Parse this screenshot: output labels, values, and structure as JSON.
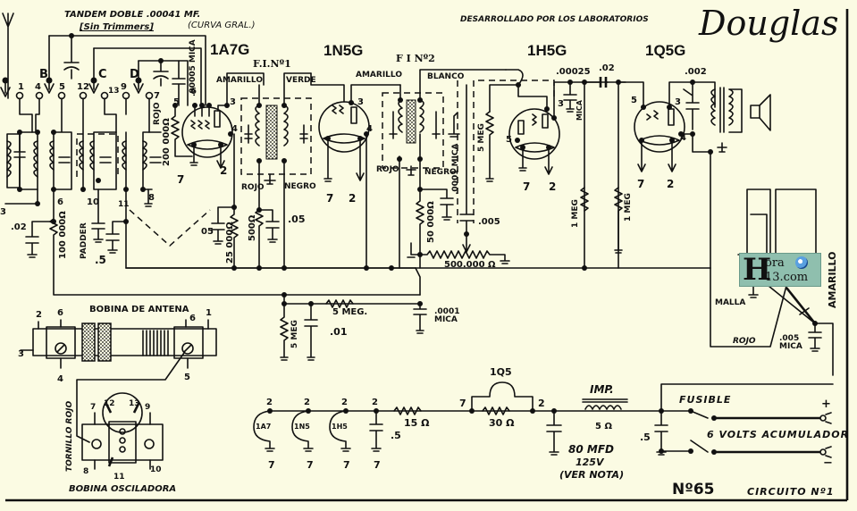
{
  "header": {
    "tandem_label": "TANDEM DOBLE .00041 MF.",
    "trimmers_note": "[Sin Trimmers]",
    "curve_note": "(CURVA GRAL.)",
    "credit": "DESARROLLADO POR LOS LABORATORIOS",
    "brand": "Douglas"
  },
  "tubes": {
    "t1": "1A7G",
    "t2": "1N5G",
    "t3": "1H5G",
    "t4": "1Q5G"
  },
  "if_transformers": {
    "fi1": "F.I.Nº1",
    "fi2": "F I Nº2"
  },
  "wire_colors": {
    "amarillo": "AMARILLO",
    "verde": "VERDE",
    "blanco": "BLANCO",
    "rojo": "ROJO",
    "negro": "NEGRO",
    "malla": "MALLA"
  },
  "switch_points": {
    "b": "B",
    "c": "C",
    "d": "D",
    "pins_top": [
      "1",
      "4",
      "5",
      "12",
      "13",
      "9",
      "7"
    ],
    "pins_left": [
      "3",
      "6",
      "10",
      "11",
      "8"
    ]
  },
  "components": {
    "c_00005_mica": ".00005 MICA",
    "pin_6": "6",
    "pin_5": "5",
    "r_rojo": "ROJO",
    "r_200k": "200 000Ω",
    "c_02": ".02",
    "r_100k": "100 000Ω",
    "padder": "PADDER",
    "c_5": ".5",
    "c_05a": "05",
    "r_25k": "25 000Ω",
    "r_500": "500Ω",
    "c_05b": ".05",
    "c_0001_mica": ".0001 MICA",
    "r_50k": "50 000Ω",
    "c_005": ".005",
    "pot_500k": "500.000 Ω",
    "r_5meg_a": "5 MEG",
    "c_00025": ".00025",
    "c_mica": "MICA",
    "c_02b": ".02",
    "r_1meg_a": "1 MEG",
    "r_1meg_b": "1 MEG",
    "c_002": ".002",
    "r_5meg_b": "5 MEG",
    "c_01": ".01",
    "r_5meg_c": "5 MEG.",
    "c_0001_mica2": ".0001 MICA",
    "c_005_mica": ".005 MICA",
    "pin_3": "3",
    "pin_4": "4",
    "pin_7": "7",
    "pin_2": "2"
  },
  "antenna_coil": {
    "title": "BOBINA DE ANTENA",
    "pins": [
      "2",
      "6",
      "3",
      "4",
      "6",
      "1",
      "5"
    ]
  },
  "oscillator_coil": {
    "title": "BOBINA OSCILADORA",
    "screw": "TORNILLO ROJO",
    "pins": [
      "7",
      "12",
      "13",
      "9",
      "8",
      "11",
      "10"
    ]
  },
  "filament": {
    "tubes": [
      "1A7",
      "1N5",
      "1H5"
    ],
    "pin_top": "2",
    "pin_bottom": "7",
    "c_5": ".5",
    "r_15": "15 Ω",
    "r_30": "30 Ω",
    "tube_1q5": "1Q5",
    "pin_7": "7",
    "pin_2": "2",
    "cap_80": "80 MFD",
    "cap_volts": "125V",
    "cap_note": "(VER NOTA)",
    "choke": "IMP.",
    "choke_value": "5 Ω",
    "c_5b": ".5"
  },
  "power": {
    "fuse": "FUSIBLE",
    "battery": "6 VOLTS ACUMULADOR",
    "plus": "+",
    "minus": "−"
  },
  "footer": {
    "number": "Nº65",
    "circuit": "CIRCUITO Nº1"
  },
  "speaker": {
    "lead": "AMARILLO"
  },
  "watermark": {
    "initial": "H",
    "line1": "ora",
    "line2": "13.com"
  }
}
